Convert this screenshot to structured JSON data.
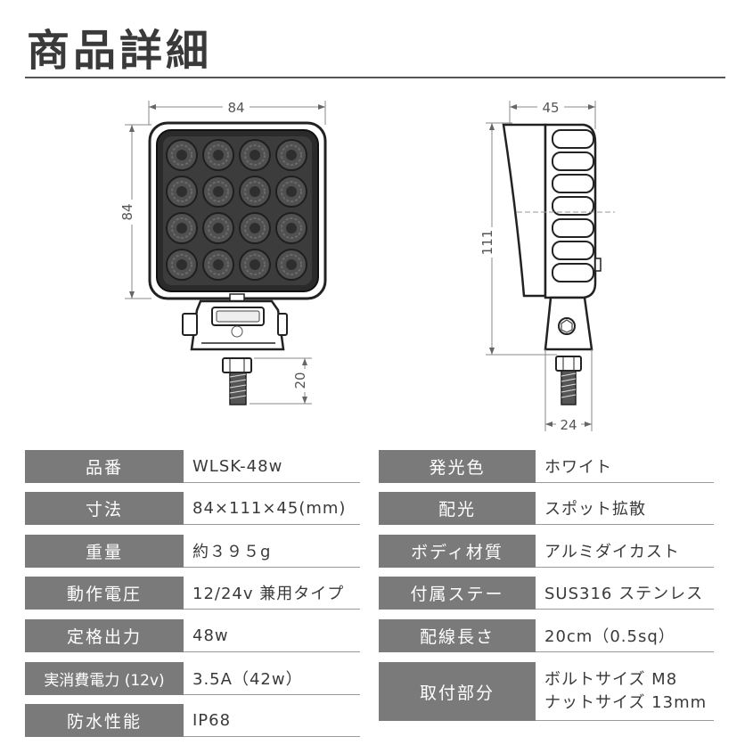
{
  "header": {
    "title": "商品詳細"
  },
  "drawing": {
    "front": {
      "width_label": "84",
      "height_label": "84",
      "bolt_label": "20"
    },
    "side": {
      "depth_label": "45",
      "height_label": "111",
      "base_label": "24"
    }
  },
  "specs_left": [
    {
      "label": "品番",
      "value": "WLSK-48w"
    },
    {
      "label": "寸法",
      "value": "84×111×45(mm)"
    },
    {
      "label": "重量",
      "value": "約３９５g"
    },
    {
      "label": "動作電圧",
      "value": "12/24v 兼用タイプ"
    },
    {
      "label": "定格出力",
      "value": "48w"
    },
    {
      "label": "実消費電力 (12v)",
      "value": "3.5A（42w）"
    },
    {
      "label": "防水性能",
      "value": "IP68"
    }
  ],
  "specs_right": [
    {
      "label": "発光色",
      "value": "ホワイト"
    },
    {
      "label": "配光",
      "value": "スポット拡散"
    },
    {
      "label": "ボディ材質",
      "value": "アルミダイカスト"
    },
    {
      "label": "付属ステー",
      "value": "SUS316 ステンレス"
    },
    {
      "label": "配線長さ",
      "value": "20cm（0.5sq）"
    },
    {
      "label": "取付部分",
      "value_lines": [
        "ボルトサイズ M8",
        "ナットサイズ 13mm"
      ]
    }
  ]
}
